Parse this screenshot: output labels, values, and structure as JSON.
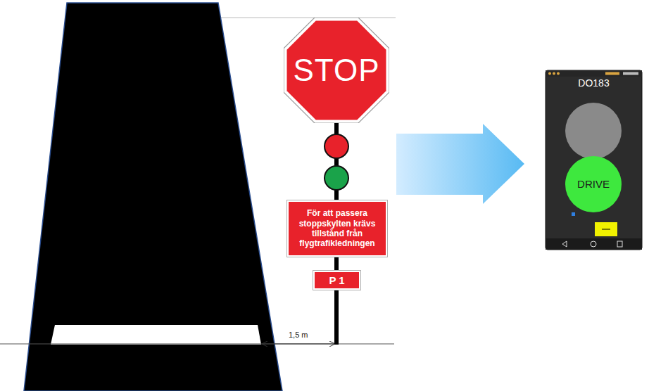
{
  "diagram": {
    "nodes": [
      {
        "text": [
          "STOP"
        ]
      },
      {
        "text": [
          "För att passera stoppskylten krävs tillstånd från flygtrafikledningen"
        ]
      },
      {
        "text": [
          "P 1"
        ]
      },
      {
        "text": [
          "DO183"
        ]
      },
      {
        "text": [
          "DRIVE"
        ],
        "in": 3
      }
    ],
    "labels": [
      "1,5 m"
    ]
  }
}
